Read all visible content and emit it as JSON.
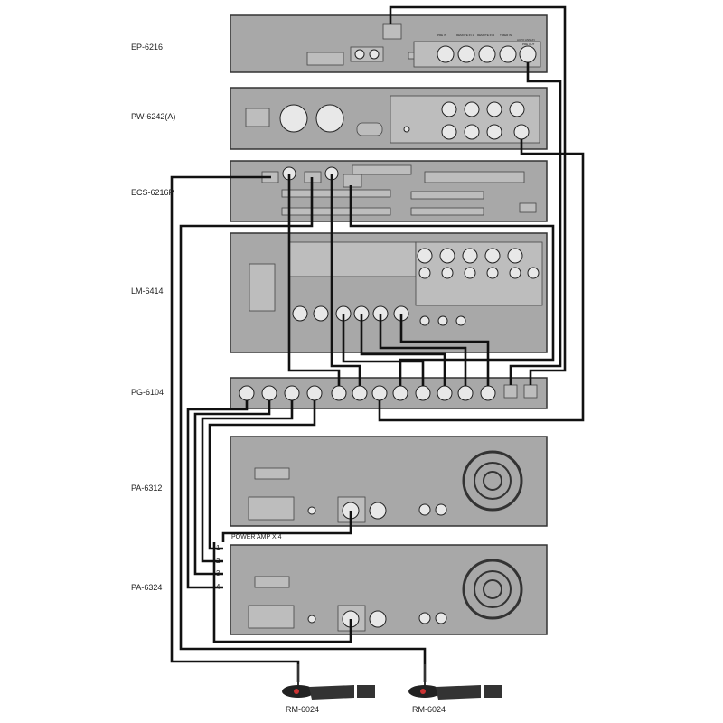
{
  "devices": [
    {
      "name": "EP-6216"
    },
    {
      "name": "PW-6242(A)"
    },
    {
      "name": "ECS-6216P"
    },
    {
      "name": "LM-6414"
    },
    {
      "name": "PG-6104"
    },
    {
      "name": "PA-6312"
    },
    {
      "name": "PA-6324"
    }
  ],
  "power_amp_group": {
    "label": "POWER AMP X 4",
    "channels": [
      "1",
      "2",
      "3",
      "4"
    ]
  },
  "microphones": [
    {
      "name": "RM-6024"
    },
    {
      "name": "RM-6024"
    }
  ],
  "ep_ports": [
    "PRE IN",
    "REMOTE IN 1",
    "REMOTE IN 2",
    "TIMER IN",
    "AUTO ANNUN",
    "PRE OUT"
  ]
}
